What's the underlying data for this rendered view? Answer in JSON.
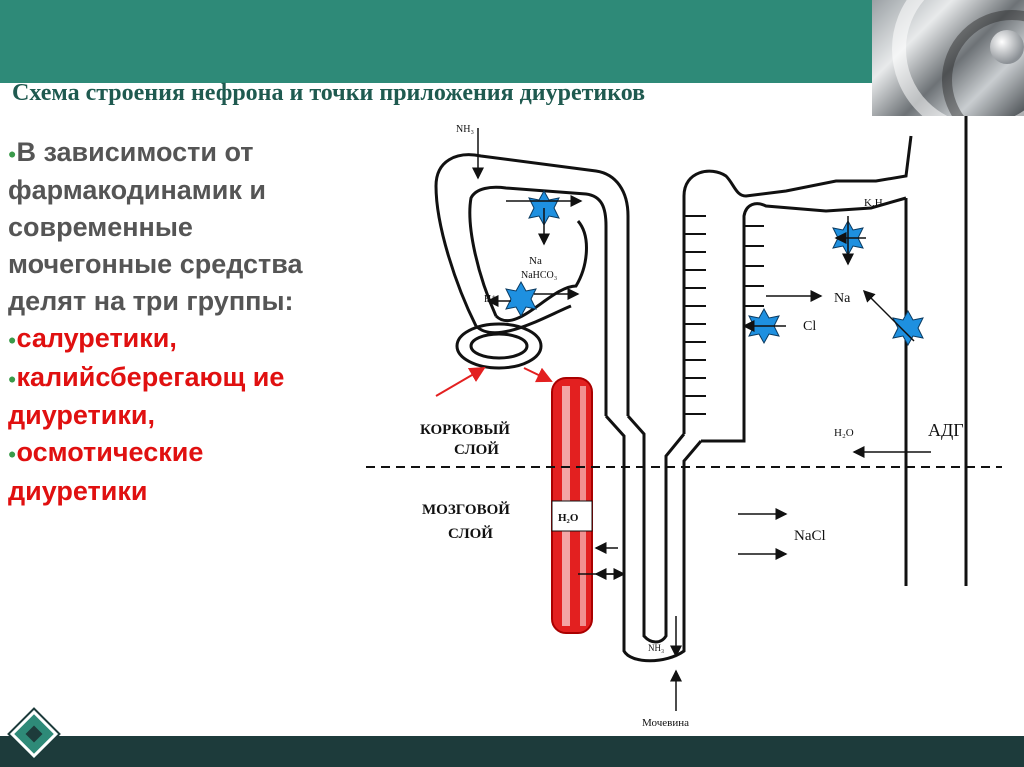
{
  "title": "Схема строения нефрона и точки приложения диуретиков",
  "bullets": [
    {
      "text": "В зависимости от фармакодинамик и современные мочегонные средства делят на три группы:",
      "color": "#555555"
    },
    {
      "text": "салуретики,",
      "color": "#e01010"
    },
    {
      "text": "калийсберегающ ие диуретики,",
      "color": "#e01010"
    },
    {
      "text": "осмотические диуретики",
      "color": "#e01010"
    }
  ],
  "diagram": {
    "labels": {
      "nh3_top": "NH₃",
      "na": "Na",
      "nahco3": "NaHCO₃",
      "h_plus": "H⁺",
      "na_right": "Na",
      "cl": "Cl",
      "k_h": "K,H",
      "cortex": "КОРКОВЫЙ",
      "cortex2": "СЛОЙ",
      "medulla": "МОЗГОВОЙ",
      "medulla2": "СЛОЙ",
      "h2o_vessel": "H₂O",
      "h2o_right": "H₂O",
      "adh": "АДГ",
      "nacl": "NaCl",
      "nh3_bottom": "NH₃",
      "urea": "Мочевина"
    }
  },
  "colors": {
    "top_bar": "#2e8a78",
    "bottom_bar": "#1d3b3b",
    "title": "#1f5a50",
    "vessel": "#e32020",
    "channel": "#1e90e0"
  }
}
